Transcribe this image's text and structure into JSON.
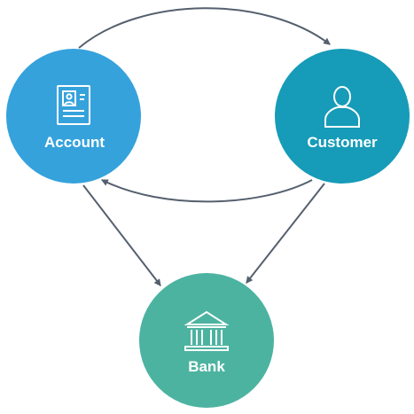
{
  "diagram": {
    "nodes": {
      "account": {
        "label": "Account",
        "color": "#35a2dc",
        "icon": "account-card-icon"
      },
      "customer": {
        "label": "Customer",
        "color": "#169bb8",
        "icon": "person-icon"
      },
      "bank": {
        "label": "Bank",
        "color": "#4db3a1",
        "icon": "bank-building-icon"
      }
    },
    "edges": [
      {
        "from": "account",
        "to": "customer"
      },
      {
        "from": "customer",
        "to": "account"
      },
      {
        "from": "account",
        "to": "bank"
      },
      {
        "from": "customer",
        "to": "bank"
      }
    ],
    "edge_color": "#55606e"
  }
}
